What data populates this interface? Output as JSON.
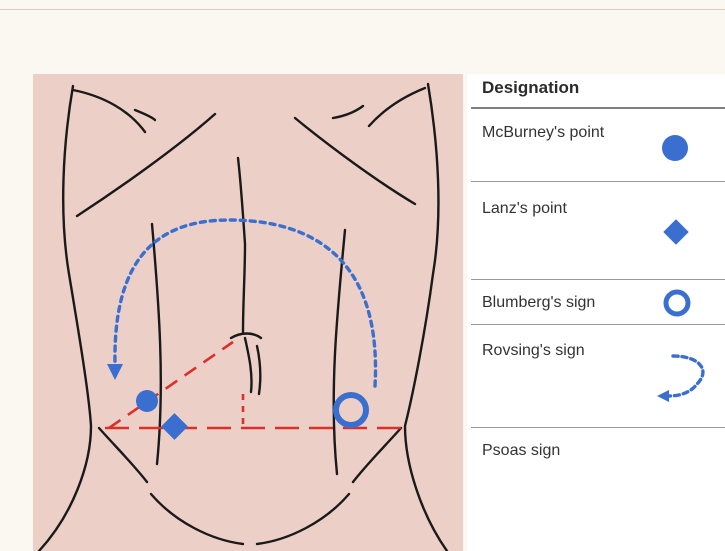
{
  "legend": {
    "header": "Designation",
    "rows": [
      {
        "label": "McBurney's point",
        "symbol": "filled-circle"
      },
      {
        "label": "Lanz's point",
        "symbol": "filled-diamond"
      },
      {
        "label": "Blumberg's sign",
        "symbol": "hollow-circle"
      },
      {
        "label": "Rovsing's sign",
        "symbol": "dashed-curved-arrow"
      },
      {
        "label": "Psoas sign",
        "symbol": ""
      }
    ]
  },
  "colors": {
    "page_background": "#fbf7f1",
    "skin": "#ecd0c8",
    "outline": "#1a1a1a",
    "marker_blue": "#3a6fcf",
    "reference_line_red": "#d9302a"
  }
}
